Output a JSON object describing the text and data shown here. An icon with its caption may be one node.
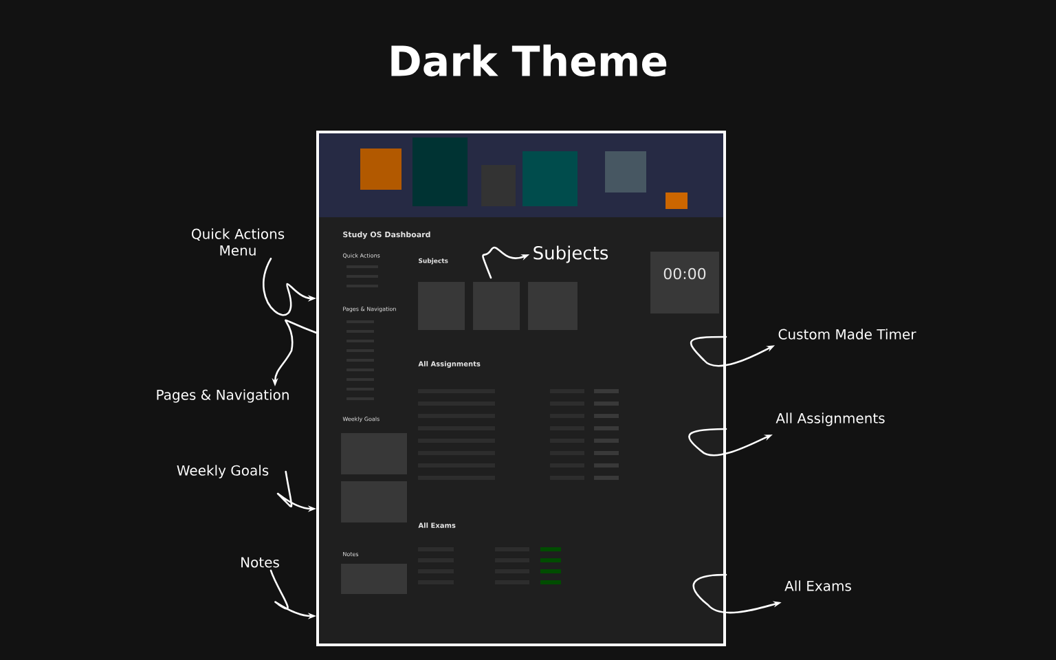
{
  "diagram": {
    "title": "Dark Theme",
    "nodes": [
      {
        "text": [],
        "shape": "picture"
      },
      {
        "text": [
          "Quick Actions Menu"
        ]
      },
      {
        "text": [
          "Pages & Navigation"
        ]
      },
      {
        "text": [
          "Weekly Goals"
        ]
      },
      {
        "text": [
          "Notes"
        ]
      },
      {
        "text": [
          "Subjects"
        ],
        "in": 0
      },
      {
        "text": [
          "Custom Made Timer"
        ]
      },
      {
        "text": [
          "All Assignments"
        ]
      },
      {
        "text": [
          "All Exams"
        ]
      }
    ],
    "edges": [
      {
        "from": 1,
        "to": 0,
        "arrow": "to"
      },
      {
        "from": 0,
        "to": 2,
        "arrow": "to"
      },
      {
        "from": 3,
        "to": 0,
        "arrow": "to"
      },
      {
        "from": 4,
        "to": 0,
        "arrow": "to"
      },
      {
        "from": null,
        "to": 5,
        "arrow": "to"
      },
      {
        "from": 0,
        "to": 6,
        "arrow": "to"
      },
      {
        "from": 0,
        "to": 7,
        "arrow": "to"
      },
      {
        "from": 0,
        "to": 8,
        "arrow": "to"
      }
    ],
    "labels": [
      "Study OS Dashboard",
      "Quick Actions",
      "Subjects",
      "00:00",
      "Pages & Navigation",
      "All Assignments",
      "Weekly Goals",
      "All Exams",
      "Notes"
    ]
  }
}
